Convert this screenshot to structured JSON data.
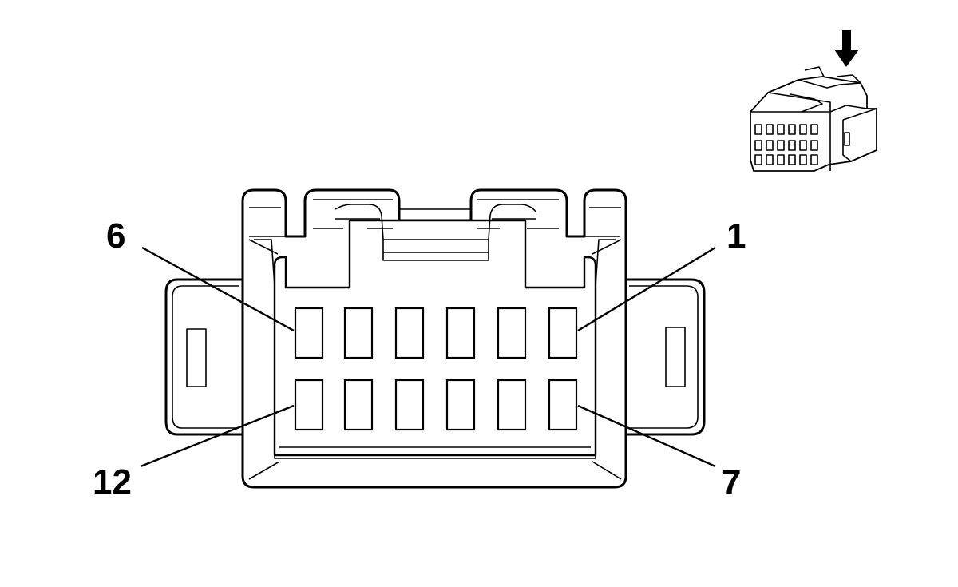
{
  "pin_labels": {
    "pin_1": "1",
    "pin_6": "6",
    "pin_7": "7",
    "pin_12": "12"
  },
  "pins_per_row": 6,
  "rows": 2,
  "icons": [
    "view-direction-arrow-icon",
    "connector-3d-thumbnail-icon"
  ]
}
